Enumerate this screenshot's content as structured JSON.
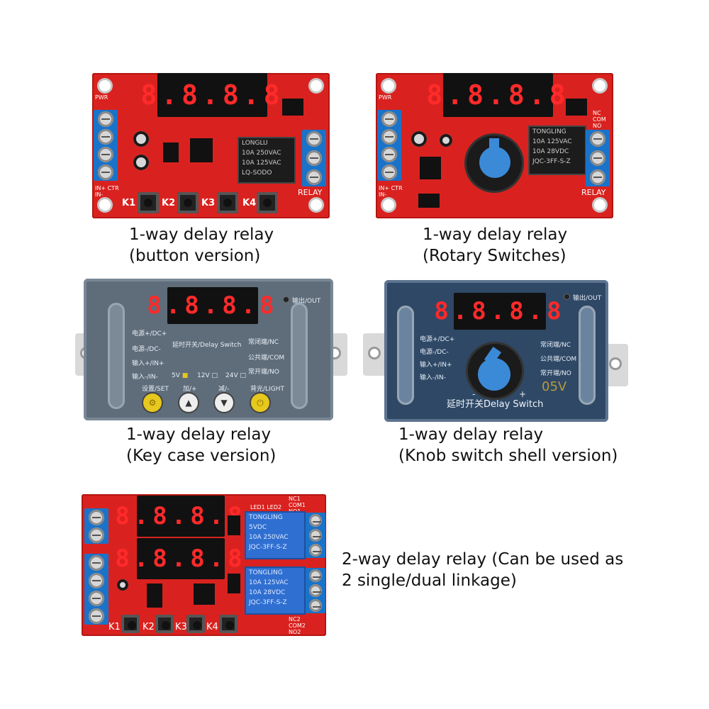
{
  "captions": {
    "button_version": "1-way delay relay\n(button version)",
    "rotary_version": "1-way delay relay\n(Rotary Switches)",
    "key_case_version": "1-way delay relay\n(Key case version)",
    "knob_shell_version": "1-way delay relay\n(Knob switch shell version)",
    "two_way_version": "2-way delay relay (Can be used as\n2 single/dual linkage)"
  },
  "boards": {
    "button_board": {
      "display": "8.8.8.8",
      "relay_text": [
        "LONGLU",
        "10A 250VAC",
        "10A 125VAC",
        "LQ-SODO"
      ],
      "relay_label": "RELAY",
      "pwr_label": "PWR",
      "in_labels": [
        "IN+",
        "IN-",
        "CTR"
      ],
      "keys": [
        "K1",
        "K2",
        "K3",
        "K4"
      ]
    },
    "rotary_board": {
      "display": "8.8.8.8",
      "relay_text": [
        "TONGLING",
        "10A 125VAC",
        "10A 28VDC",
        "JQC-3FF-S-Z"
      ],
      "relay_label": "RELAY",
      "pwr_label": "PWR",
      "in_labels": [
        "IN+",
        "IN-",
        "CTR"
      ],
      "nc_labels": [
        "NC",
        "COM",
        "NO"
      ]
    },
    "key_case": {
      "display": "8.8.8.8",
      "out_label": "输出/OUT",
      "title": "延时开关/Delay Switch",
      "left_labels": [
        "电源+/DC+",
        "电源-/DC-",
        "输入+/IN+",
        "输入-/IN-"
      ],
      "right_labels": [
        "常闭端/NC",
        "公共端/COM",
        "常开端/NO"
      ],
      "voltages": [
        "5V",
        "12V",
        "24V"
      ],
      "button_labels": [
        "设置/SET",
        "加/+",
        "减/-",
        "背光/LIGHT"
      ],
      "button_icons": [
        "gear-icon",
        "up-arrow-icon",
        "down-arrow-icon",
        "power-icon"
      ]
    },
    "knob_case": {
      "display": "8.8.8.8",
      "out_label": "输出/OUT",
      "title": "延时开关Delay Switch",
      "left_labels": [
        "电源+/DC+",
        "电源-/DC-",
        "输入+/IN+",
        "输入-/IN-"
      ],
      "right_labels": [
        "常闭端/NC",
        "公共端/COM",
        "常开端/NO"
      ],
      "voltage": "05V",
      "minus": "-",
      "plus": "+"
    },
    "two_way_board": {
      "display_top": "8.8.8.8",
      "display_bottom": "8.8.8.8",
      "relay_text": [
        "TONGLING",
        "5VDC",
        "10A 250VAC",
        "10A 125VAC",
        "10A 28VDC",
        "JQC-3FF-S-Z"
      ],
      "nc1_labels": [
        "NC1",
        "COM1",
        "NO1"
      ],
      "nc2_labels": [
        "NC2",
        "COM2",
        "NO2"
      ],
      "keys": [
        "K1",
        "K2",
        "K3",
        "K4"
      ],
      "led_labels": [
        "LED1",
        "LED2"
      ]
    }
  },
  "colors": {
    "pcb_red": "#d9221f",
    "terminal_blue": "#1a73c9",
    "display_red": "#ff2a2a",
    "knob_blue": "#3b8ad8"
  }
}
